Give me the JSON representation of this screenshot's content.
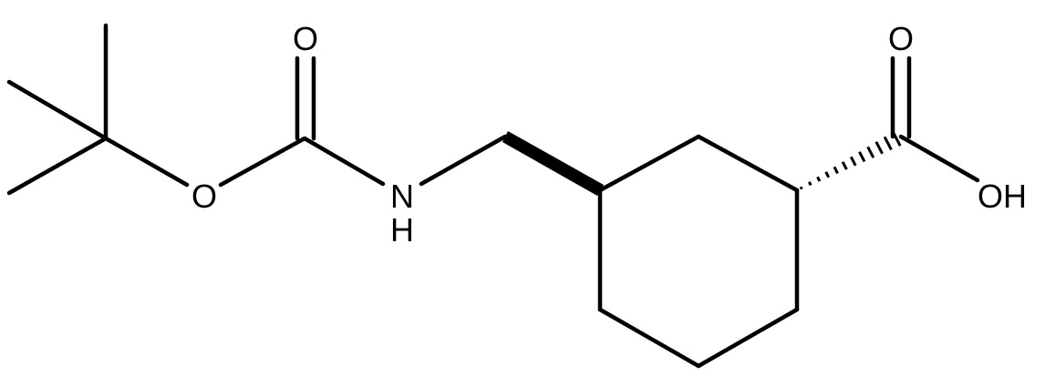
{
  "molecule": {
    "atoms": {
      "carbonyl_oxygen_boc": "O",
      "ester_oxygen": "O",
      "amine_nitrogen": "N",
      "amine_hydrogen": "H",
      "carbonyl_oxygen_acid": "O",
      "hydroxyl": "OH"
    },
    "colors": {
      "bond": "#000000",
      "label": "#000000",
      "background": "#ffffff"
    }
  }
}
